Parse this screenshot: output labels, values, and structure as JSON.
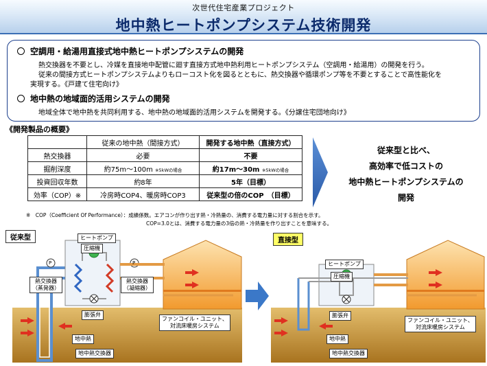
{
  "header": {
    "subtitle": "次世代住宅産業プロジェクト",
    "title": "地中熱ヒートポンプシステム技術開発"
  },
  "overview": {
    "item1_title": "空調用・給湯用直接式地中熱ヒートポンプシステムの開発",
    "item1_line1": "熱交換器を不要とし、冷媒を直接地中配管に廻す直接方式地中熱利用ヒートポンプシステム（空調用・給湯用）の開発を行う。",
    "item1_line2": "従来の間接方式ヒートポンプシステムよりもローコスト化を図るとともに、熱交換器や循環ポンプ等を不要とすることで高性能化を",
    "item1_line3": "実現する。《戸建て住宅向け》",
    "item2_title": "地中熱の地域面的活用システムの開発",
    "item2_line1": "地域全体で地中熱を共同利用する、地中熱の地域面的活用システムを開発する。《分譲住宅団地向け》"
  },
  "products": {
    "section_title": "《開発製品の概要》",
    "header_col1": "従来の地中熱（間接方式）",
    "header_col2": "開発する地中熱（直接方式）",
    "rows": [
      {
        "label": "熱交換器",
        "col1": "必要",
        "col1_note": "",
        "col2": "不要",
        "col2_note": ""
      },
      {
        "label": "掘削深度",
        "col1": "約75m～100m",
        "col1_note": "※5kWの場合",
        "col2": "約17m～30m",
        "col2_note": "※5kWの場合"
      },
      {
        "label": "投資回収年数",
        "col1": "約8年",
        "col1_note": "",
        "col2": "5年（目標）",
        "col2_note": ""
      },
      {
        "label": "効率（COP）※",
        "col1": "冷房時COP4、暖房時COP3",
        "col1_note": "",
        "col2": "従来型の倍のCOP　（目標）",
        "col2_note": ""
      }
    ],
    "cop_note_line1": "※　COP（Coefficient Of Performance）：成績係数。エアコンが作り出す熱・冷熱量の、消費する電力量に対する割合を示す。",
    "cop_note_line2": "COP=3.0とは、消費する電力量の3倍の熱・冷熱量を作り出すことを意味する。"
  },
  "summary": {
    "line1": "従来型と比べ、",
    "line2": "高効率で低コストの",
    "line3": "地中熱ヒートポンプシステムの",
    "line4": "開発"
  },
  "diagram": {
    "conventional_label": "従来型",
    "direct_label": "直接型",
    "heat_pump": "ヒートポンプ",
    "compressor": "圧縮機",
    "hx_evap_line1": "熱交換器",
    "hx_evap_line2": "（蒸発器）",
    "hx_cond_line1": "熱交換器",
    "hx_cond_line2": "（凝縮器）",
    "expansion_valve": "膨張弁",
    "fancoil_line1": "ファンコイル・ユニット、",
    "fancoil_line2": "対流床暖房システム",
    "ground_heat": "地中熱",
    "ground_hx": "地中熱交換器",
    "pump_symbol": "P",
    "colors": {
      "conventional_label_bg": "#ffffff",
      "direct_label_bg": "#ffff66",
      "house": "#f2a33a",
      "ground": "#c9963c",
      "arrow_blue": "#3b78c8",
      "heat_arrow": "#e03020"
    }
  }
}
